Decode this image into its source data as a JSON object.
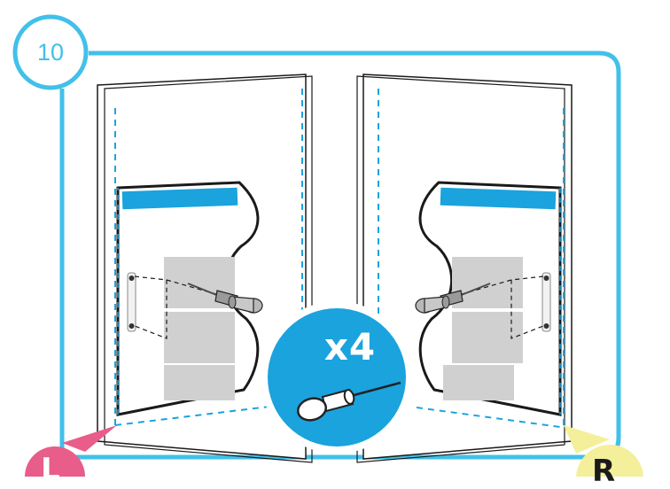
{
  "step": {
    "number": "10"
  },
  "badge": {
    "quantity_label": "x4"
  },
  "side_labels": {
    "left": "L",
    "right": "R"
  },
  "colors": {
    "frame": "#41c0ea",
    "dash": "#1aa3dd",
    "badge": "#1aa3dd",
    "label_left": "#e85d8a",
    "label_right": "#f4ef9a",
    "panel_gray": "#d0d0d0",
    "outline": "#1a1a1a"
  },
  "icons": [
    "pin-icon",
    "mounting-bracket-icon"
  ]
}
